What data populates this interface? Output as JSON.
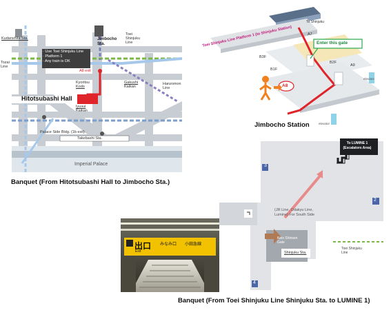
{
  "map_hitotsubashi": {
    "stations": {
      "kudanshita": "Kudanshita Sta.",
      "jimbocho": "Jimbocho Sta.",
      "toei_shinjuku_line": "Toei Shinjuku Line",
      "tozai_line": "Tozai Line",
      "hanzomon_line": "Hanzomon Line",
      "takebashi": "Takebashi Sta."
    },
    "notes": [
      "· Use Toei Shinjuku Line",
      "· Platform 1",
      "· Any train is OK"
    ],
    "a8_exit": "A8 exit",
    "hall": "Hitotsubashi Hall",
    "kyoritsu_kodo": [
      "Kyoritsu",
      "Kodo"
    ],
    "gakushi_kaikan": [
      "Gakushi",
      "Kaikan"
    ],
    "iyusui_kaikan": [
      "Iyusui",
      "Kaikan"
    ],
    "palace_side": "Palace Side Bldg. (1b exit)",
    "imperial_palace": "Imperial Palace",
    "caption": "Banquet (From Hitotsubashi Hall to Jimbocho Sta.)"
  },
  "jimbocho_station": {
    "to_shinjuku": "To Shinjuku",
    "platform_label": "Toei Shinjuku Line Platform 1 (to Shinjuku Station)",
    "enter_gate": "Enter this gate",
    "a7": "A7",
    "a8": "A8",
    "a9": "A9",
    "b3f": "B3F",
    "b2f": "B2F",
    "b1f": "B1F",
    "elevator": "elevator",
    "caption": "Jimbocho Station"
  },
  "lumine_map": {
    "to_lumine": "To LUMINE 1",
    "escalators": "(Escalators Area)",
    "area_2": "2",
    "area_3": "3",
    "area_4": "4",
    "jr_line": [
      "(JR Line, Odakyu Line,",
      "Lumine) For South Side"
    ],
    "keio_gate": [
      "Keio Shinsen",
      "Gate"
    ],
    "shinjuku_sta": "Shinjuku Sta.",
    "toei_line": [
      "Toei Shinjuku",
      "Line"
    ],
    "caption": "Banquet (From Toei Shinjuku Line Shinjuku Sta. to LUMINE 1)"
  },
  "photo_sign": {
    "exit_kanji": "出口",
    "exit_en": "Exit",
    "sign_text_1": "みなみ口",
    "sign_text_2": "小田急線"
  },
  "colors": {
    "route_red": "#e0242b",
    "road_gray": "#b8bfc5",
    "rail_blue": "#9fc4e6",
    "rail_green": "#78b943",
    "gate_green": "#2aa84a",
    "sign_yellow": "#f2c200"
  }
}
